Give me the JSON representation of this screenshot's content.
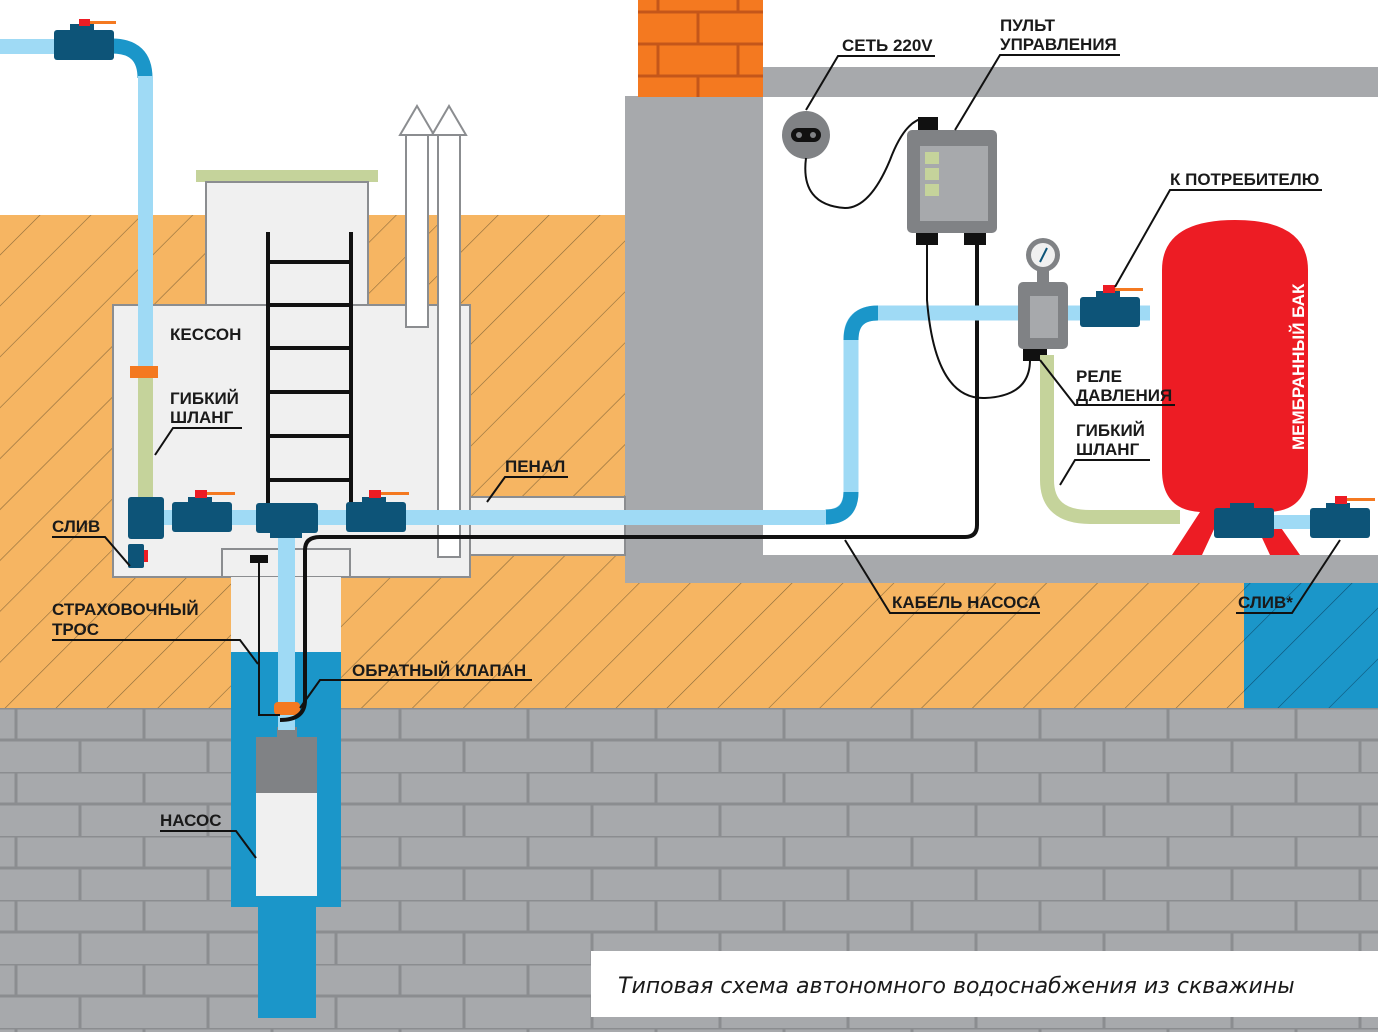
{
  "title": "Типовая схема автономного водоснабжения из скважины",
  "colors": {
    "soil": "#f6b562",
    "soil_hatch": "#7a5a2a",
    "brick_gray": "#a7a9ac",
    "brick_line": "#8b8d90",
    "chimney_orange": "#f47920",
    "chimney_line": "#c4561a",
    "wall_gray": "#a7a9ac",
    "pipe_light": "#9fdaf5",
    "pipe_dark": "#1b96c9",
    "valve": "#0d5478",
    "valve_handle_red": "#ed1c24",
    "valve_handle_orange": "#f47920",
    "hose": "#c5d39b",
    "tank_red": "#ed1c24",
    "water": "#1b96c9",
    "caisson_fill": "#f0f0f0",
    "cable": "#111111"
  },
  "labels": {
    "caisson": "КЕССОН",
    "flex_hose_1a": "ГИБКИЙ",
    "flex_hose_1b": "ШЛАНГ",
    "drain_1": "СЛИВ",
    "safety_rope_a": "СТРАХОВОЧНЫЙ",
    "safety_rope_b": "ТРОС",
    "check_valve": "ОБРАТНЫЙ КЛАПАН",
    "pump": "НАСОС",
    "casing": "ПЕНАЛ",
    "mains": "СЕТЬ 220V",
    "control_a": "ПУЛЬТ",
    "control_b": "УПРАВЛЕНИЯ",
    "to_consumer": "К ПОТРЕБИТЕЛЮ",
    "pressure_a": "РЕЛЕ",
    "pressure_b": "ДАВЛЕНИЯ",
    "flex_hose_2a": "ГИБКИЙ",
    "flex_hose_2b": "ШЛАНГ",
    "pump_cable": "КАБЕЛЬ НАСОСА",
    "drain_2": "СЛИВ*",
    "tank": "МЕМБРАННЫЙ БАК"
  }
}
